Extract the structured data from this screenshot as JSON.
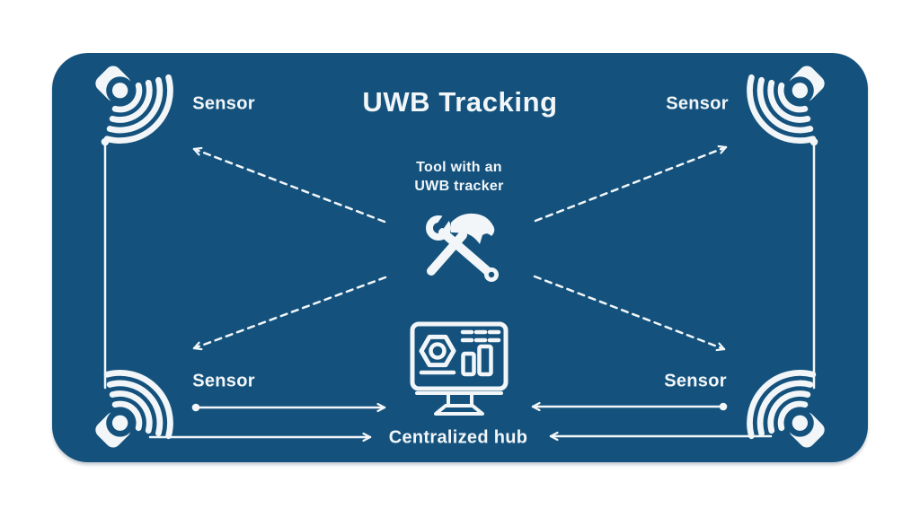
{
  "colors": {
    "background": "#FFFFFF",
    "card_blue": "#14527D",
    "foreground": "#F2F6F8"
  },
  "diagram": {
    "title": "UWB Tracking",
    "tool_caption_line1": "Tool with an",
    "tool_caption_line2": "UWB tracker",
    "hub_caption": "Centralized hub",
    "sensor_labels": {
      "top_left": "Sensor",
      "top_right": "Sensor",
      "bottom_left": "Sensor",
      "bottom_right": "Sensor"
    },
    "icons": {
      "sensor": "uwb-sensor-signal-icon",
      "tool": "crossed-hammer-wrench-icon",
      "hub": "monitor-dashboard-icon"
    }
  }
}
